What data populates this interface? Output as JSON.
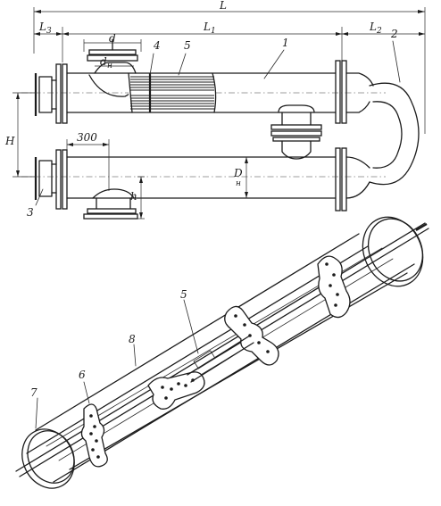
{
  "dimensions": {
    "overall_length": "L",
    "length_1": "L",
    "length_1_sub": "1",
    "length_2": "L",
    "length_2_sub": "2",
    "length_3": "L",
    "length_3_sub": "3",
    "nozzle_diameter": "d",
    "nozzle_outer_diameter": "d",
    "nozzle_outer_diameter_sub": "н",
    "shell_diameter": "D",
    "shell_diameter_sub": "н",
    "height": "H",
    "nozzle_height": "h",
    "nozzle_offset": "300"
  },
  "callouts": {
    "part_1": "1",
    "part_2": "2",
    "part_3": "3",
    "part_4": "4",
    "part_5": "5",
    "part_5_iso": "5",
    "part_6": "6",
    "part_7": "7",
    "part_8": "8"
  }
}
